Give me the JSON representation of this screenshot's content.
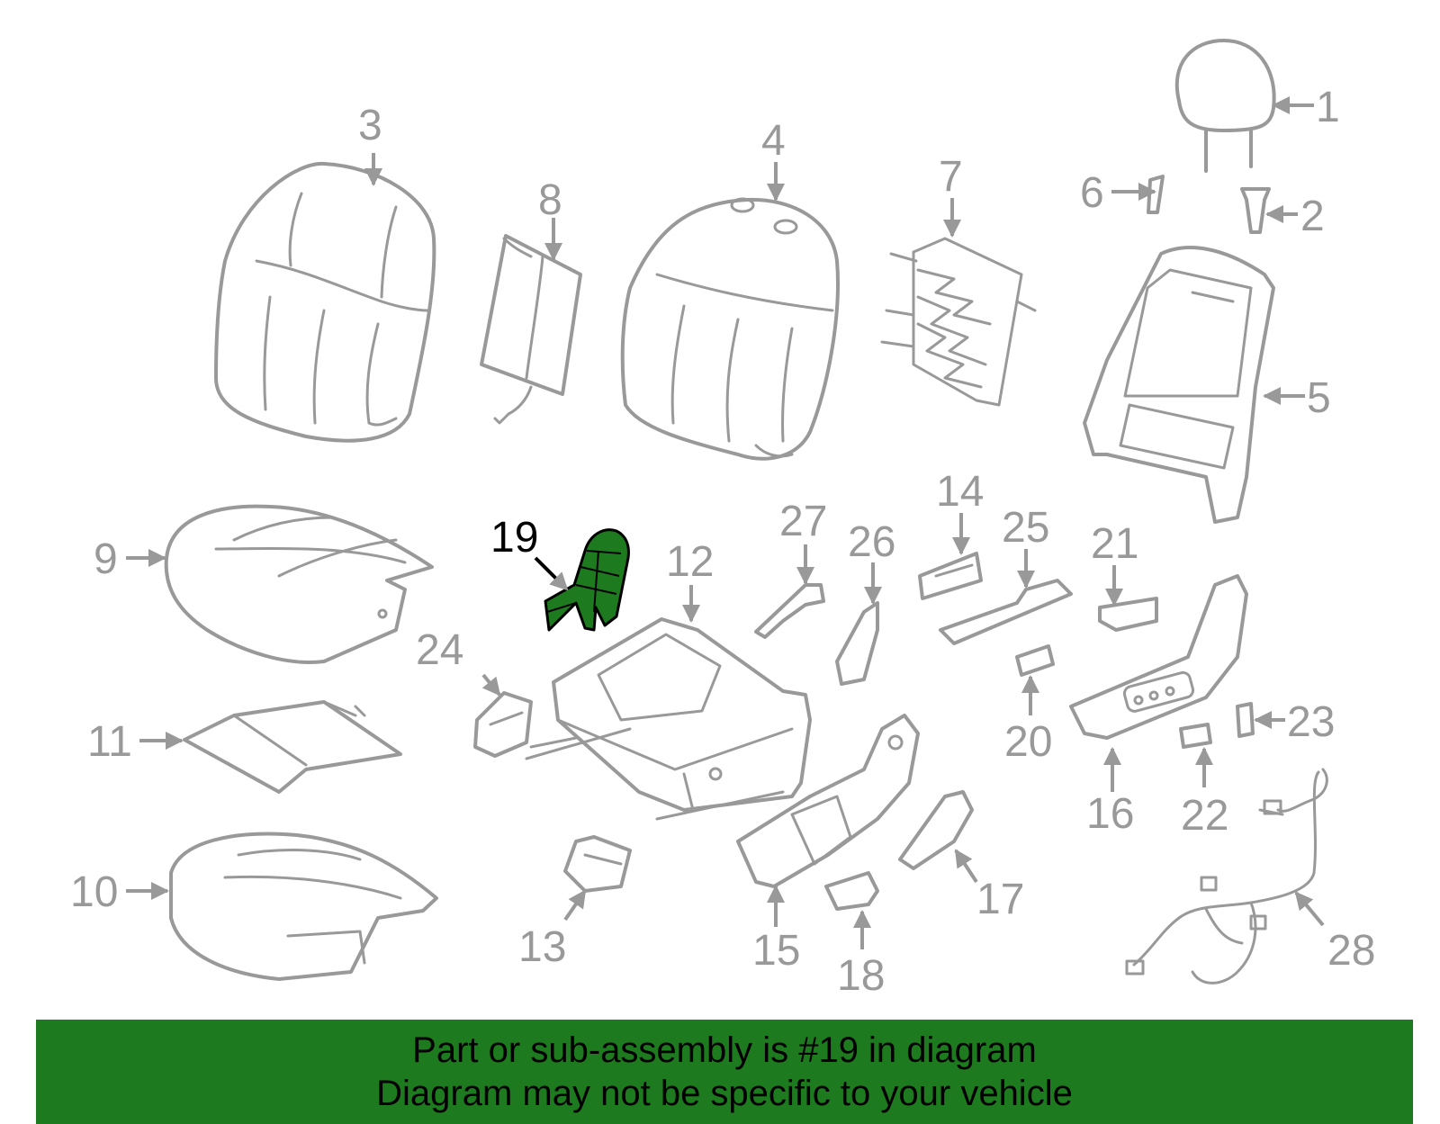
{
  "banner": {
    "line1": "Part or sub-assembly is #19 in diagram",
    "line2": "Diagram may not be specific to your vehicle"
  },
  "highlight_color": "#1e7a1e",
  "highlighted_part": "19",
  "callouts": {
    "c1": "1",
    "c2": "2",
    "c3": "3",
    "c4": "4",
    "c5": "5",
    "c6": "6",
    "c7": "7",
    "c8": "8",
    "c9": "9",
    "c10": "10",
    "c11": "11",
    "c12": "12",
    "c13": "13",
    "c14": "14",
    "c15": "15",
    "c16": "16",
    "c17": "17",
    "c18": "18",
    "c19": "19",
    "c20": "20",
    "c21": "21",
    "c22": "22",
    "c23": "23",
    "c24": "24",
    "c25": "25",
    "c26": "26",
    "c27": "27",
    "c28": "28"
  }
}
